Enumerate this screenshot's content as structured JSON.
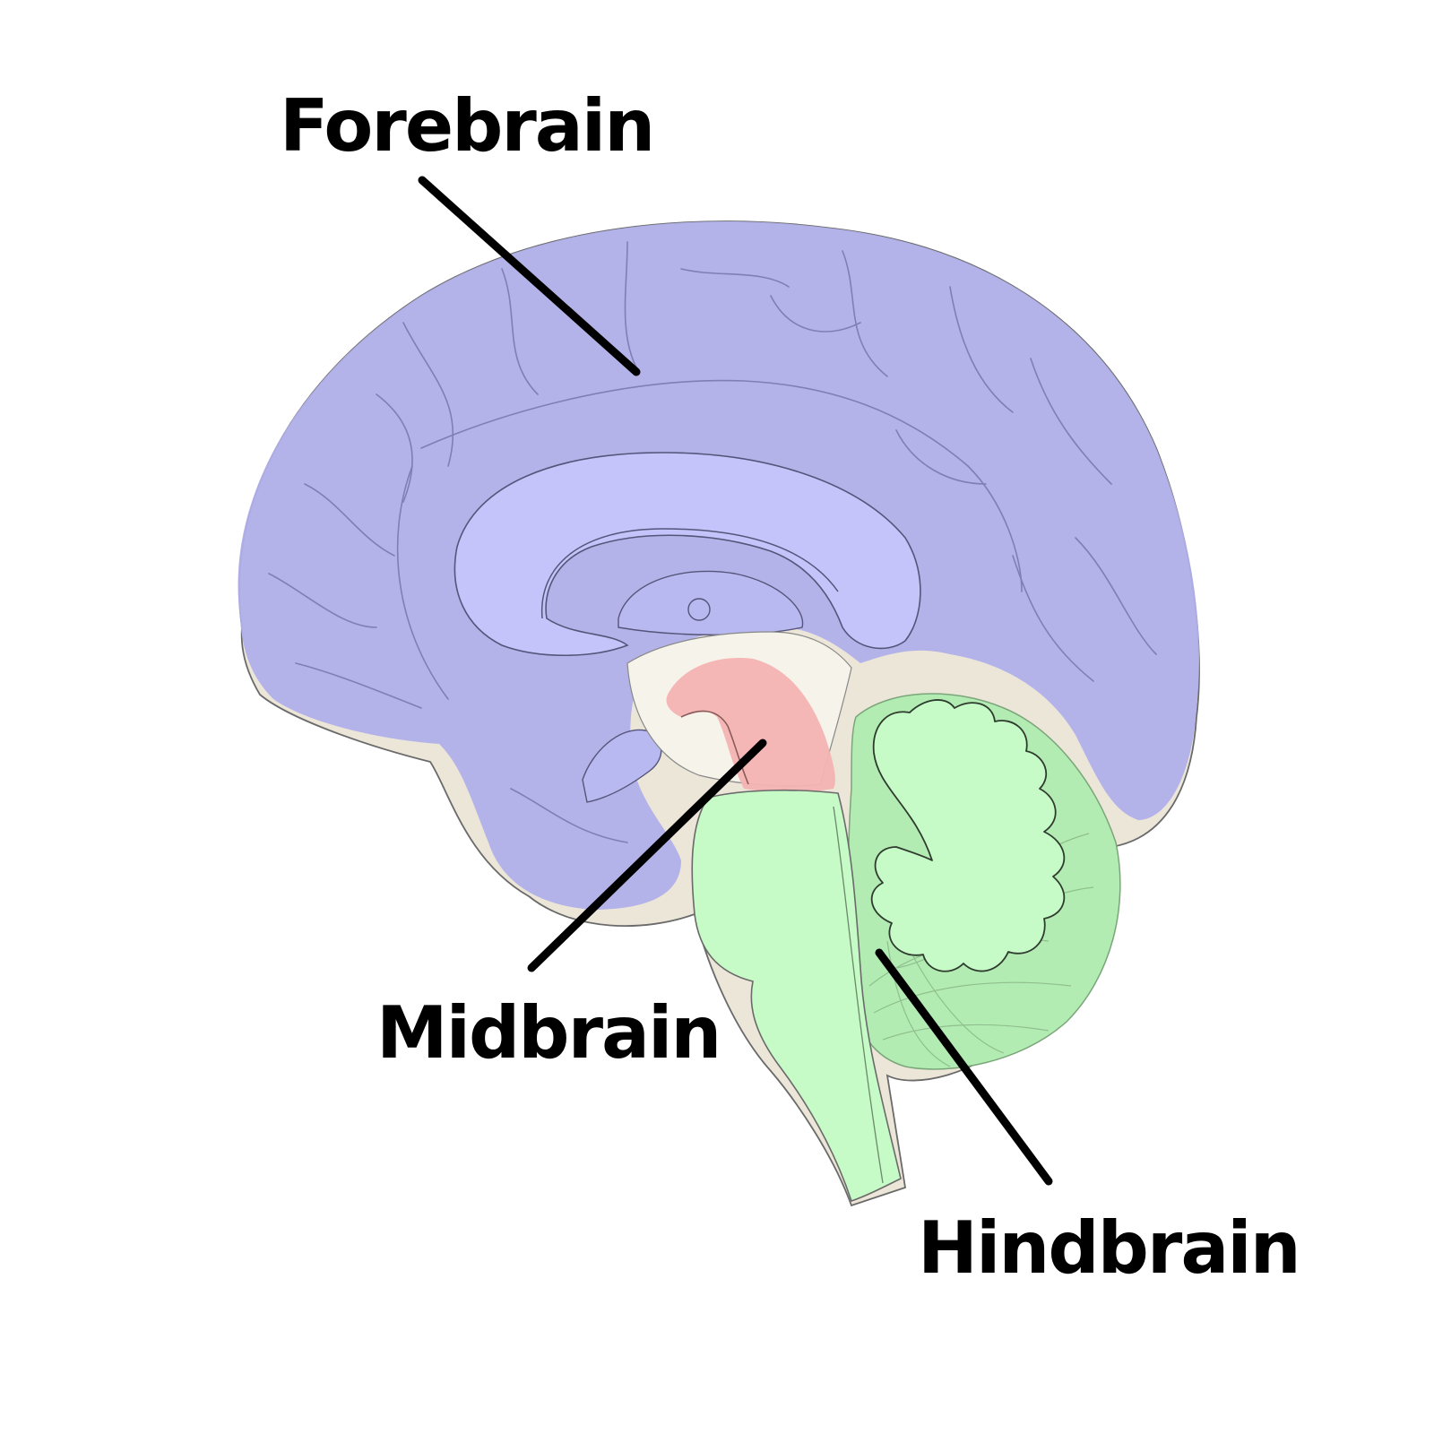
{
  "labels": {
    "forebrain": "Forebrain",
    "midbrain": "Midbrain",
    "hindbrain": "Hindbrain"
  },
  "colors": {
    "forebrain": "#b0b0ea",
    "forebrain_inner": "#c4c4fb",
    "midbrain": "#f4b3b3",
    "hindbrain": "#c6fac6",
    "hindbrain_cerebellum": "#b3ecb3",
    "tissue": "#ece6d8",
    "leader": "#000000"
  }
}
